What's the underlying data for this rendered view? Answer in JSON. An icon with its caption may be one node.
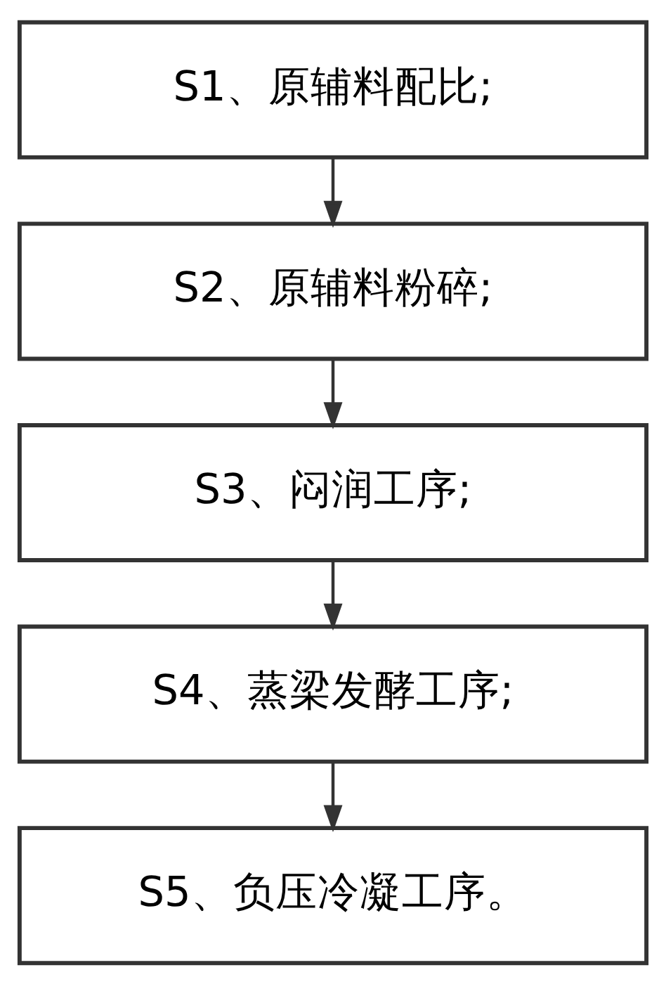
{
  "diagram": {
    "nodes": [
      {
        "text": [
          "S1、原辅料配比;"
        ]
      },
      {
        "text": [
          "S2、原辅料粉碎;"
        ]
      },
      {
        "text": [
          "S3、闷润工序;"
        ]
      },
      {
        "text": [
          "S4、蒸梁发酵工序;"
        ]
      },
      {
        "text": [
          "S5、负压冷凝工序。"
        ]
      }
    ],
    "edges": [
      {
        "from": 0,
        "to": 1,
        "arrow": "to"
      },
      {
        "from": 1,
        "to": 2,
        "arrow": "to"
      },
      {
        "from": 2,
        "to": 3,
        "arrow": "to"
      },
      {
        "from": 3,
        "to": 4,
        "arrow": "to"
      }
    ]
  }
}
